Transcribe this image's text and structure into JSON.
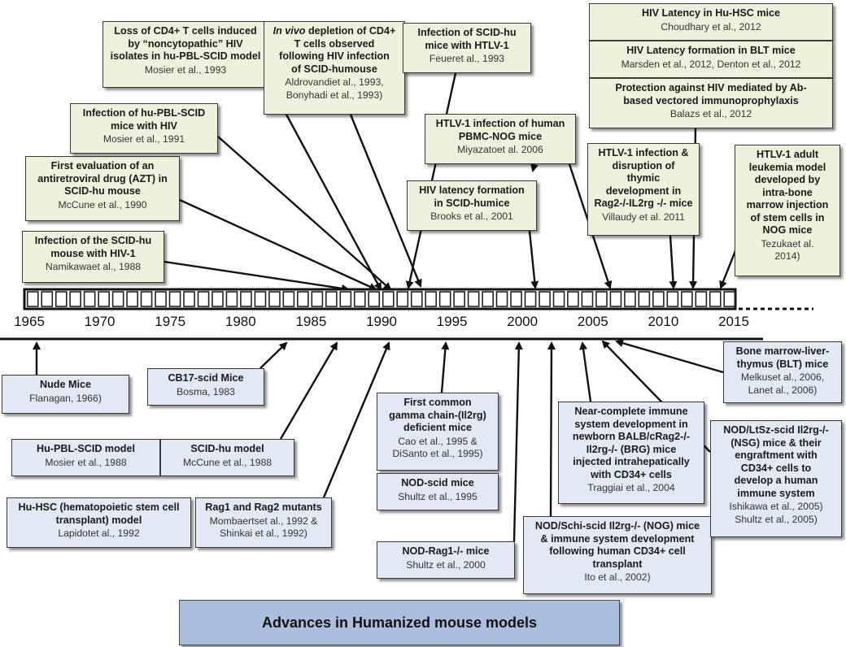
{
  "title": "Advances in Humanized mouse models",
  "timeline": {
    "years": [
      "1965",
      "1970",
      "1975",
      "1980",
      "1985",
      "1990",
      "1995",
      "2000",
      "2005",
      "2010",
      "2015"
    ]
  },
  "top_events": [
    {
      "id": "nam88",
      "title": "Infection of the SCID-hu\nmouse with HIV-1",
      "cite": "Namikawaet al., 1988"
    },
    {
      "id": "mcc90",
      "title": "First evaluation of an\nantiretroviral drug (AZT) in\nSCID-hu mouse",
      "cite": "McCune et al., 1990"
    },
    {
      "id": "mos91",
      "title": "Infection of hu-PBL-SCID\nmice with HIV",
      "cite": "Mosier et al., 1991"
    },
    {
      "id": "mos93",
      "title": "Loss of CD4+ T cells induced\nby “noncytopathic” HIV\nisolates in hu-PBL-SCID model",
      "cite": "Mosier et al., 1993"
    },
    {
      "id": "ald93",
      "title_italic": "In vivo",
      "title": " depletion of CD4+\nT cells observed\nfollowing HIV infection\nof SCID-humouse",
      "cite": "Aldrovandiet al., 1993,\nBonyhadi et al., 1993)"
    },
    {
      "id": "feu93",
      "title": "Infection of SCID-hu\nmice with HTLV-1",
      "cite": "Feueret al., 1993"
    },
    {
      "id": "bro01",
      "title": "HIV latency formation\nin SCID-humice",
      "cite": "Brooks et al., 2001"
    },
    {
      "id": "miy06",
      "title": "HTLV-1 infection of human\nPBMC-NOG mice",
      "cite": "Miyazatoet al. 2006"
    },
    {
      "id": "cho12",
      "title": "HIV Latency in Hu-HSC mice",
      "cite": "Choudhary et al., 2012"
    },
    {
      "id": "mar12",
      "title": "HIV Latency formation in BLT mice",
      "cite": "Marsden et al., 2012, Denton et al., 2012"
    },
    {
      "id": "bal12",
      "title": "Protection against HIV mediated by Ab-\nbased vectored immunoprophylaxis",
      "cite": "Balazs et al., 2012"
    },
    {
      "id": "vil11",
      "title": "HTLV-1 infection &\ndisruption of\nthymic\ndevelopment in\nRag2-/-IL2rg -/- mice",
      "cite": "Villaudy et al. 2011"
    },
    {
      "id": "tez14",
      "title": "HTLV-1 adult\nleukemia model\ndeveloped by\nintra-bone\nmarrow injection\nof stem cells in\nNOG mice",
      "cite": "Tezukaet al.\n2014)"
    }
  ],
  "bottom_events": [
    {
      "id": "fla66",
      "title": "Nude Mice",
      "cite": "Flanagan, 1966)"
    },
    {
      "id": "bos83",
      "title": "CB17-scid Mice",
      "cite": "Bosma, 1983"
    },
    {
      "id": "mos88",
      "title": "Hu-PBL-SCID model",
      "cite": "Mosier et al., 1988"
    },
    {
      "id": "mcc88",
      "title": "SCID-hu  model",
      "cite": "McCune et al., 1988"
    },
    {
      "id": "lap92",
      "title": "Hu-HSC (hematopoietic stem cell\ntransplant) model",
      "cite": "Lapidotet al., 1992"
    },
    {
      "id": "mom92",
      "title": "Rag1 and Rag2 mutants",
      "cite": "Mombaertset al., 1992 &\nShinkai et al., 1992)"
    },
    {
      "id": "cao95",
      "title": "First common\ngamma chain-(Il2rg)\ndeficient mice",
      "cite": "Cao et al., 1995 &\nDiSanto et al., 1995)"
    },
    {
      "id": "shu95",
      "title": "NOD-scid mice",
      "cite": "Shultz et al., 1995"
    },
    {
      "id": "shu00",
      "title": "NOD-Rag1-/- mice",
      "cite": "Shultz et al., 2000"
    },
    {
      "id": "tra04",
      "title": "Near-complete immune\nsystem development in\nnewborn BALB/cRag2-/-\nIl2rg-/- (BRG) mice\ninjected intrahepatically\nwith CD34+ cells",
      "cite": "Traggiai et al., 2004"
    },
    {
      "id": "ito02",
      "title": "NOD/Schi-scid Il2rg-/- (NOG) mice\n& immune system development\nfollowing human CD34+ cell\ntransplant",
      "cite": "Ito et al., 2002)"
    },
    {
      "id": "mel06",
      "title": "Bone marrow-liver-\nthymus (BLT) mice",
      "cite": "Melkuset al., 2006,\nLanet al., 2006)"
    },
    {
      "id": "ish05",
      "title": "NOD/LtSz-scid Il2rg-/-\n(NSG) mice & their\nengraftment with\nCD34+ cells to\ndevelop a human\nimmune system",
      "cite": "Ishikawa et al., 2005)\nShultz et al., 2005)"
    }
  ]
}
